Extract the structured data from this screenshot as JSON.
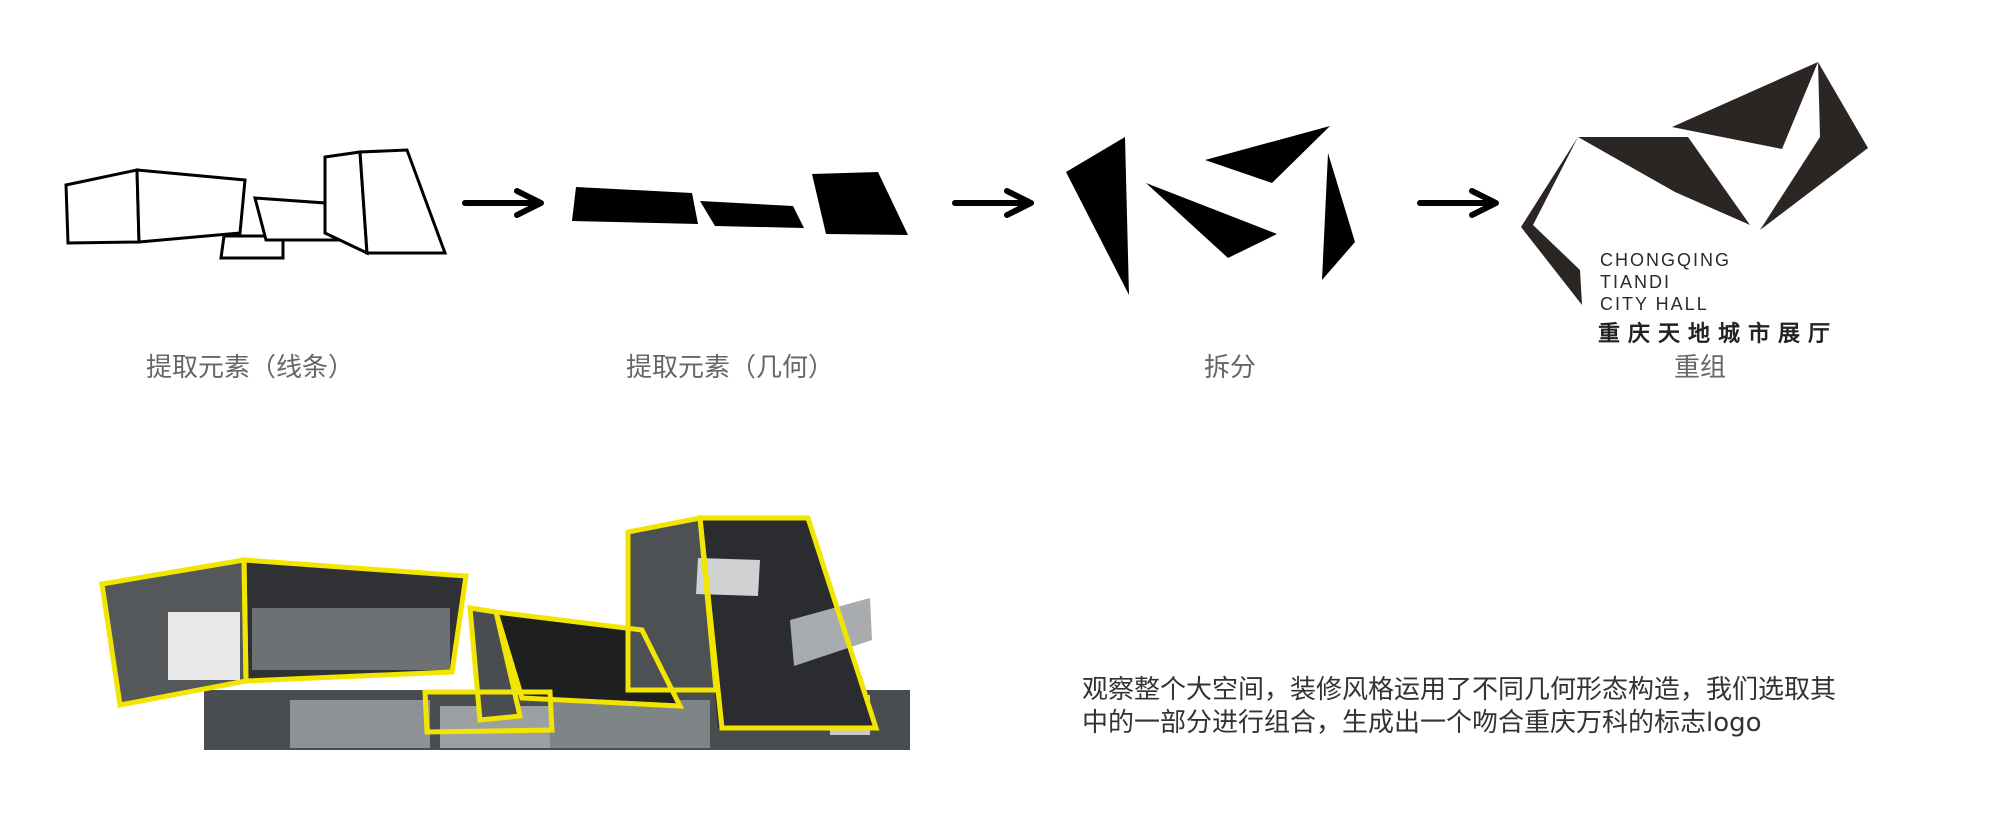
{
  "steps": [
    {
      "label": "提取元素（线条）"
    },
    {
      "label": "提取元素（几何）"
    },
    {
      "label": "拆分"
    },
    {
      "label": "重组"
    }
  ],
  "logo": {
    "line1": "CHONGQING",
    "line2": "TIANDI",
    "line3": "CITY HALL",
    "chinese": "重庆天地城市展厅"
  },
  "description": {
    "line1": "观察整个大空间，装修风格运用了不同几何形态构造，我们选取其",
    "line2": "中的一部分进行组合，生成出一个吻合重庆万科的标志logo"
  },
  "colors": {
    "outline_yellow": "#f2e600",
    "building_dark": "#3a3c3f",
    "logo_fill": "#2b2624",
    "label_gray": "#666666"
  }
}
